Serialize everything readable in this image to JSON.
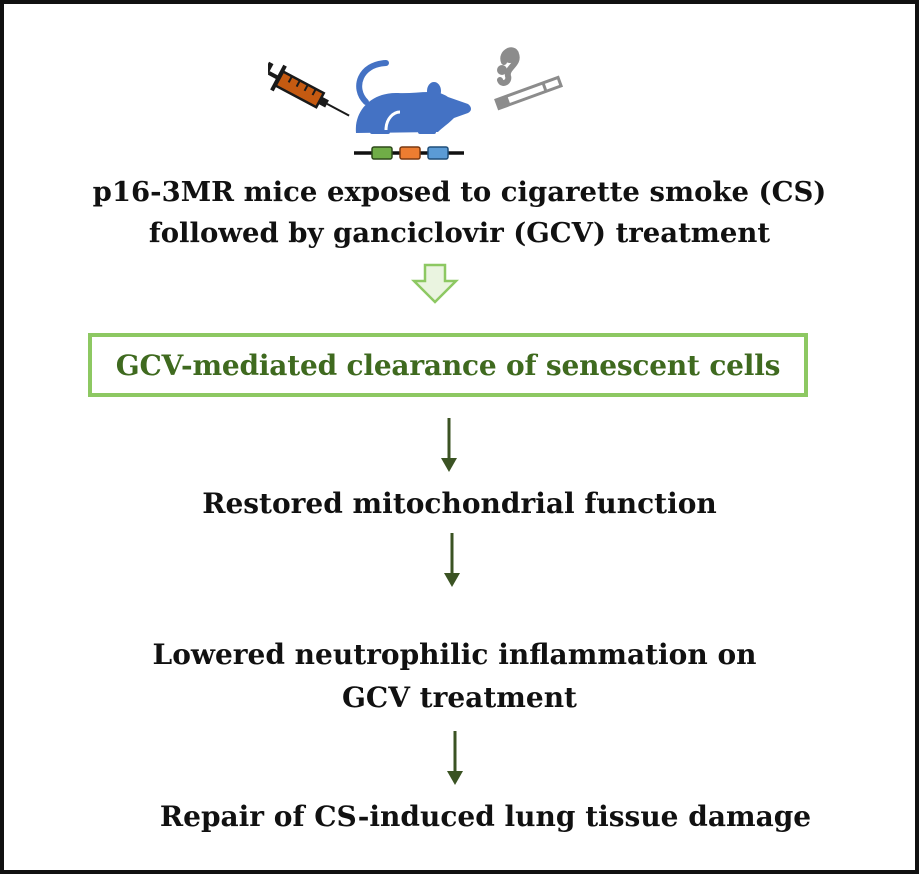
{
  "steps": {
    "mice_exposure": {
      "line1": "p16-3MR mice exposed to cigarette smoke (CS)",
      "line2": "followed by ganciclovir (GCV) treatment"
    },
    "clearance": "GCV-mediated clearance of senescent cells",
    "mitochondria": "Restored mitochondrial function",
    "inflammation": {
      "line1": "Lowered neutrophilic inflammation on",
      "line2": "GCV treatment"
    },
    "repair": "Repair of CS-induced lung tissue damage"
  },
  "icons": [
    "syringe-icon",
    "mouse-icon",
    "cigarette-icon",
    "transgene-construct-icon",
    "outline-down-arrow-icon",
    "down-arrow-icon"
  ],
  "colors": {
    "text": "#111111",
    "highlight_border": "#8dc862",
    "highlight_text": "#3f6a1f",
    "arrow_dark": "#3b5323",
    "arrow_outline": "#8dc862",
    "mouse": "#4472c4",
    "syringe": "#c55a11",
    "cigarette": "#8c8c8c",
    "construct_green": "#70ad47",
    "construct_orange": "#ed7d31",
    "construct_blue": "#5b9bd5"
  }
}
